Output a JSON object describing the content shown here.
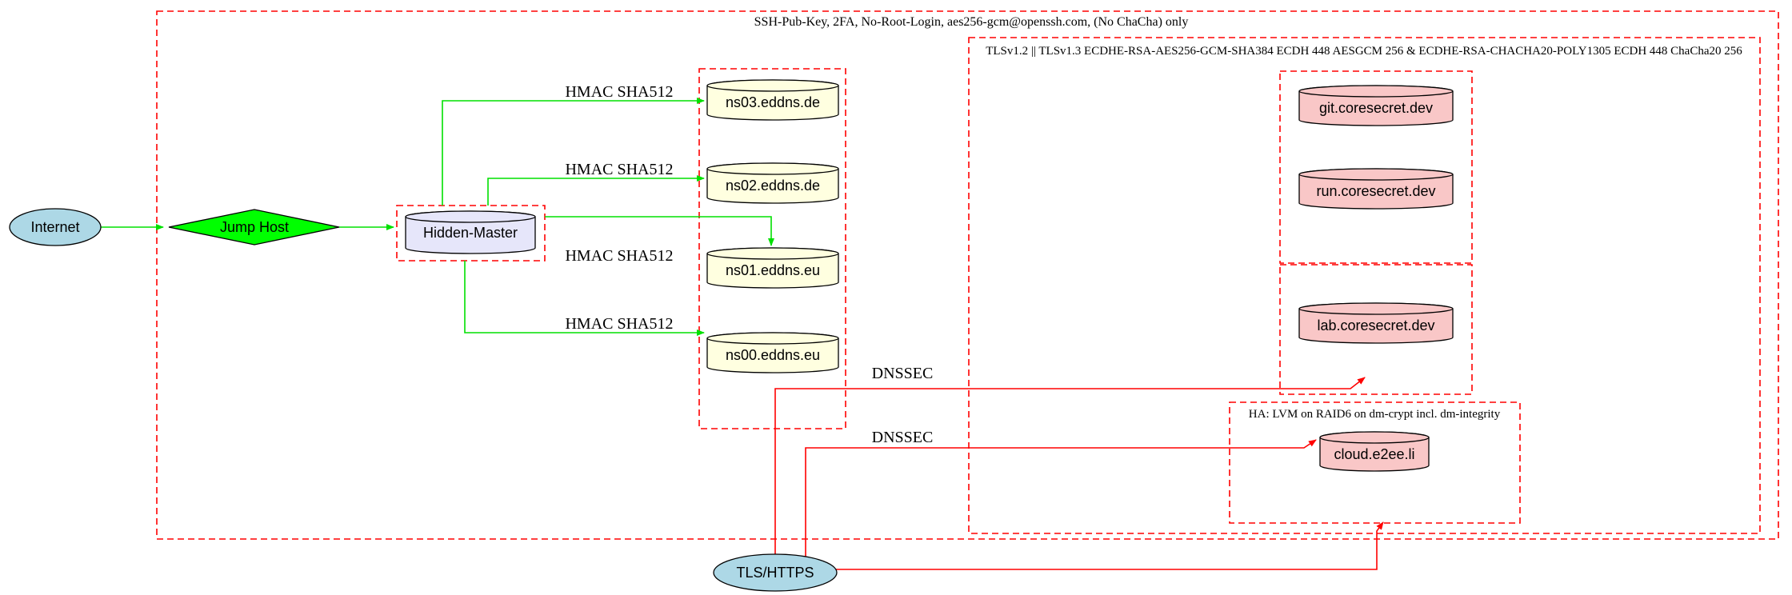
{
  "diagram": {
    "clusters": {
      "ssh": {
        "label": "SSH-Pub-Key, 2FA, No-Root-Login, aes256-gcm@openssh.com, (No ChaCha) only"
      },
      "tls": {
        "label": "TLSv1.2 || TLSv1.3 ECDHE-RSA-AES256-GCM-SHA384 ECDH 448 AESGCM 256 & ECDHE-RSA-CHACHA20-POLY1305 ECDH 448 ChaCha20 256"
      },
      "ha": {
        "label": "HA: LVM on RAID6 on dm-crypt incl. dm-integrity"
      }
    },
    "nodes": {
      "internet": {
        "label": "Internet",
        "shape": "ellipse",
        "fill": "#ADD8E6"
      },
      "jump_host": {
        "label": "Jump Host",
        "shape": "diamond",
        "fill": "#00FF00"
      },
      "hidden_master": {
        "label": "Hidden-Master",
        "shape": "cylinder",
        "fill": "#E6E6FA"
      },
      "ns03": {
        "label": "ns03.eddns.de",
        "shape": "cylinder",
        "fill": "#FFFFE0"
      },
      "ns02": {
        "label": "ns02.eddns.de",
        "shape": "cylinder",
        "fill": "#FFFFE0"
      },
      "ns01": {
        "label": "ns01.eddns.eu",
        "shape": "cylinder",
        "fill": "#FFFFE0"
      },
      "ns00": {
        "label": "ns00.eddns.eu",
        "shape": "cylinder",
        "fill": "#FFFFE0"
      },
      "git": {
        "label": "git.coresecret.dev",
        "shape": "cylinder",
        "fill": "#F9C7C7"
      },
      "run": {
        "label": "run.coresecret.dev",
        "shape": "cylinder",
        "fill": "#F9C7C7"
      },
      "lab": {
        "label": "lab.coresecret.dev",
        "shape": "cylinder",
        "fill": "#F9C7C7"
      },
      "cloud": {
        "label": "cloud.e2ee.li",
        "shape": "cylinder",
        "fill": "#F9C7C7"
      },
      "tls_https": {
        "label": "TLS/HTTPS",
        "shape": "ellipse",
        "fill": "#ADD8E6"
      }
    },
    "edge_labels": {
      "hmac": "HMAC SHA512",
      "dnssec": "DNSSEC"
    },
    "colors": {
      "ssh_edge": "#00E000",
      "tls_edge": "#FF0000",
      "cluster_border": "#FF0000",
      "node_border": "#000000",
      "background": "#FFFFFF"
    }
  }
}
